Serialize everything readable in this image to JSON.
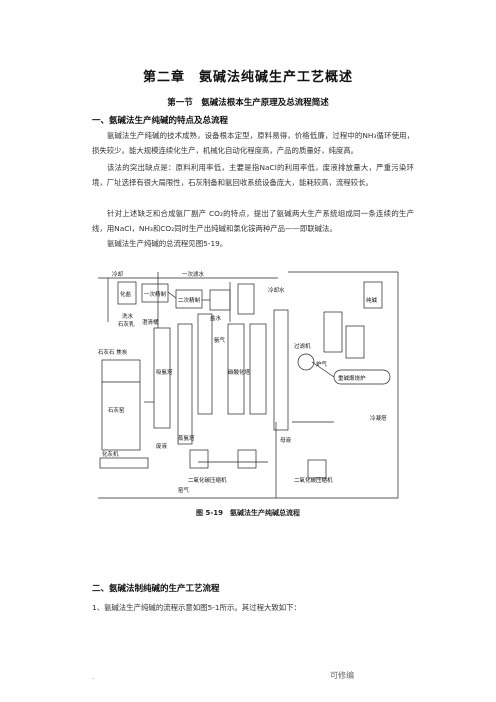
{
  "chapter_title": "第二章　氨碱法纯碱生产工艺概述",
  "section_title": "第一节　氨碱法根本生产原理及总流程简述",
  "subsection1": "一、氨碱法生产纯碱的特点及总流程",
  "paragraphs": [
    "氨碱法生产纯碱的技术成熟，设备根本定型，原料易得，价格低廉，过程中的NH₃循环使用，损失较少。能大规模连续化生产，机械化自动化程度高，产品的质量好，纯度高。",
    "该法的突出缺点是：原料利用率低，主要是指NaCl的利用率低，废液排放量大，严重污染环境，厂址选择有很大局限性，石灰制备和氨回收系统设备庞大，能耗较高，流程较长。",
    "针对上述缺乏和合成氨厂副产 CO₂的特点，提出了氨碱两大生产系统组成同一条连续的生产线，用NaCl，NH₃和CO₂同时生产出纯碱和氯化铵两种产品——即联碱法。",
    "氨碱法生产纯碱的总流程见图5-19。"
  ],
  "figure_caption": "图 5-19　氨碱法生产纯碱总流程",
  "diagram_labels": {
    "l1": "冷却",
    "l2": "一次滤水",
    "l3": "化盐",
    "l4": "一次精制",
    "l5": "二次精制",
    "l6": "石灰石 焦炭",
    "l7": "石灰窑",
    "l8": "化灰机",
    "l9": "吸氨塔",
    "l10": "蒸氨塔",
    "l11": "碳酸化塔",
    "l12": "过滤机",
    "l13": "重碱煅烧炉",
    "l14": "冷凝塔",
    "l15": "二氧化碳压缩机",
    "l16": "二氧化碳压缩机 ",
    "l17": "澄清桶",
    "l18": "石灰乳",
    "l19": "废液",
    "l20": "氨气",
    "l21": "炉气",
    "l22": "纯碱",
    "l23": "洗水",
    "l24": "盐水",
    "l25": "冷却水",
    "l26": "窑气",
    "l27": "母液"
  },
  "subsection2": "二、氨碱法制纯碱的生产工艺流程",
  "step1": "1、氨碱法生产纯碱的流程示意如图5-1所示。其过程大致如下：",
  "footer_dot": ".",
  "footer": "可修编"
}
